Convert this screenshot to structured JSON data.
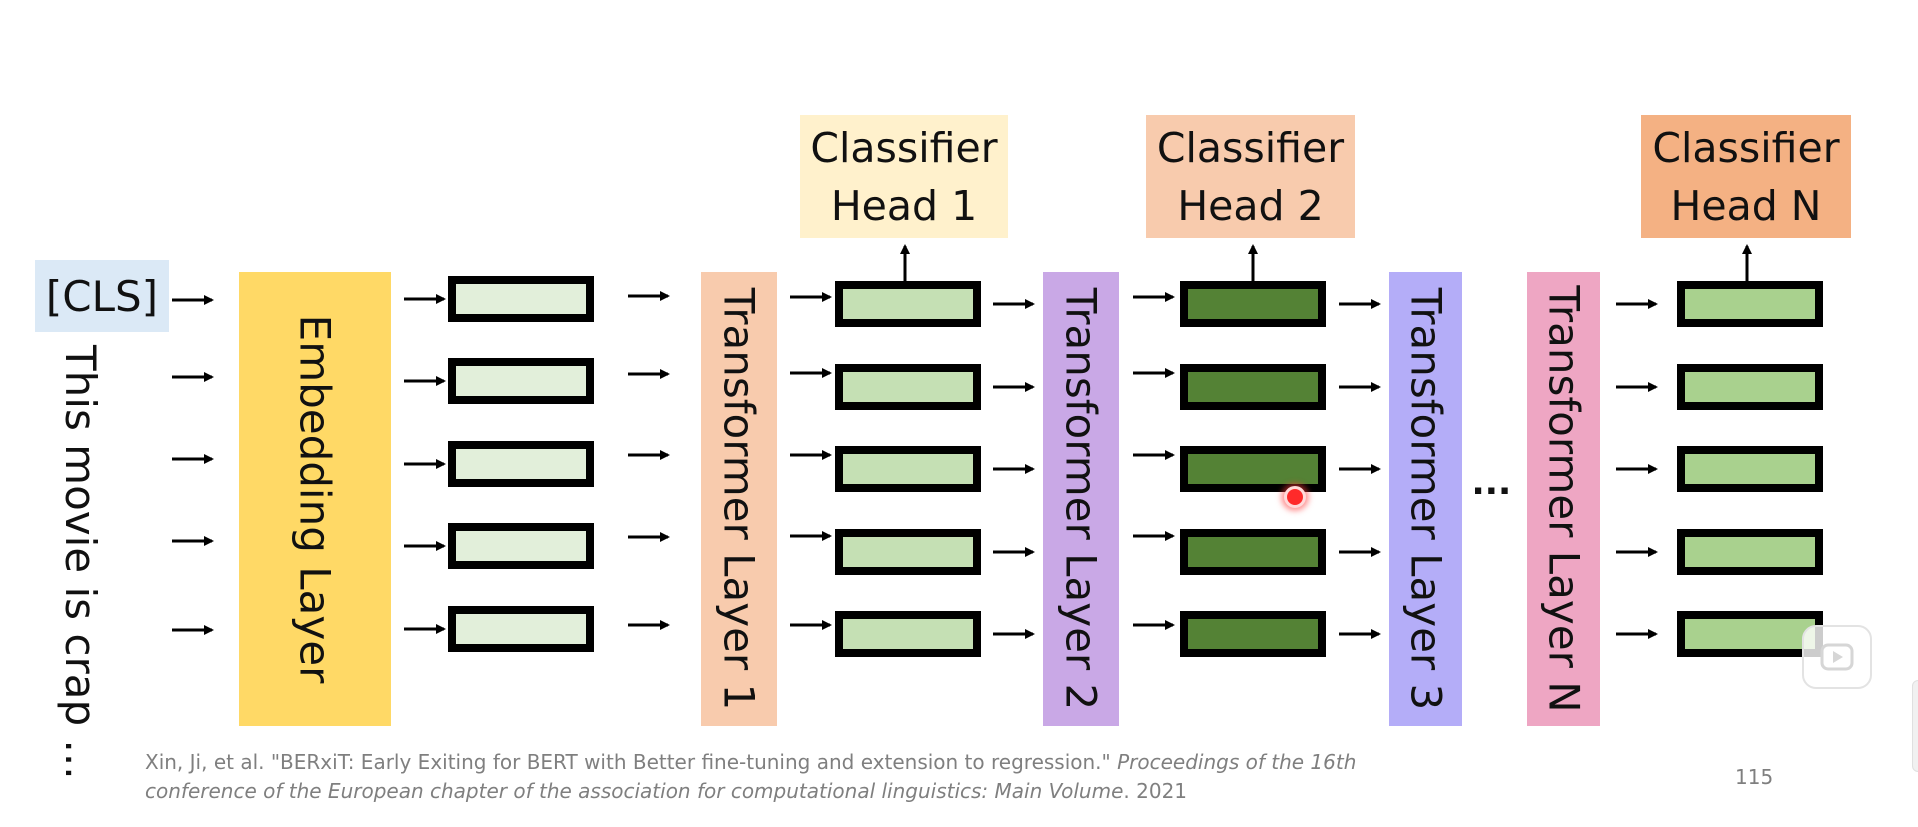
{
  "diagram": {
    "cls_token": "[CLS]",
    "sentence": "This movie is crap ...",
    "embedding_layer": "Embedding Layer",
    "transformer_layers": [
      {
        "label": "Transformer Layer 1",
        "color": "#f8cbad"
      },
      {
        "label": "Transformer Layer 2",
        "color": "#c9a8e6"
      },
      {
        "label": "Transformer Layer 3",
        "color": "#b4adf8"
      },
      {
        "label": "Transformer Layer N",
        "color": "#eea6c3"
      }
    ],
    "ellipsis": "...",
    "classifier_heads": [
      {
        "label": "Classifier\nHead 1",
        "color": "#fff1cc"
      },
      {
        "label": "Classifier\nHead 2",
        "color": "#f8cbad"
      },
      {
        "label": "Classifier\nHead N",
        "color": "#f4b183"
      }
    ],
    "colors": {
      "cls_background": "#dbe9f6",
      "embedding_layer": "#ffd966",
      "vector_stage_0": "#e2efda",
      "vector_stage_1": "#c5e0b4",
      "vector_stage_2": "#548235",
      "vector_stage_n": "#a9d18e"
    }
  },
  "citation": {
    "plain": "Xin, Ji, et al. \"BERxiT: Early Exiting for BERT with Better fine-tuning and extension to regression.\" ",
    "italic": "Proceedings of the 16th conference of the European chapter of the association for computational linguistics: Main Volume",
    "tail": ". 2021"
  },
  "page_number": "115"
}
